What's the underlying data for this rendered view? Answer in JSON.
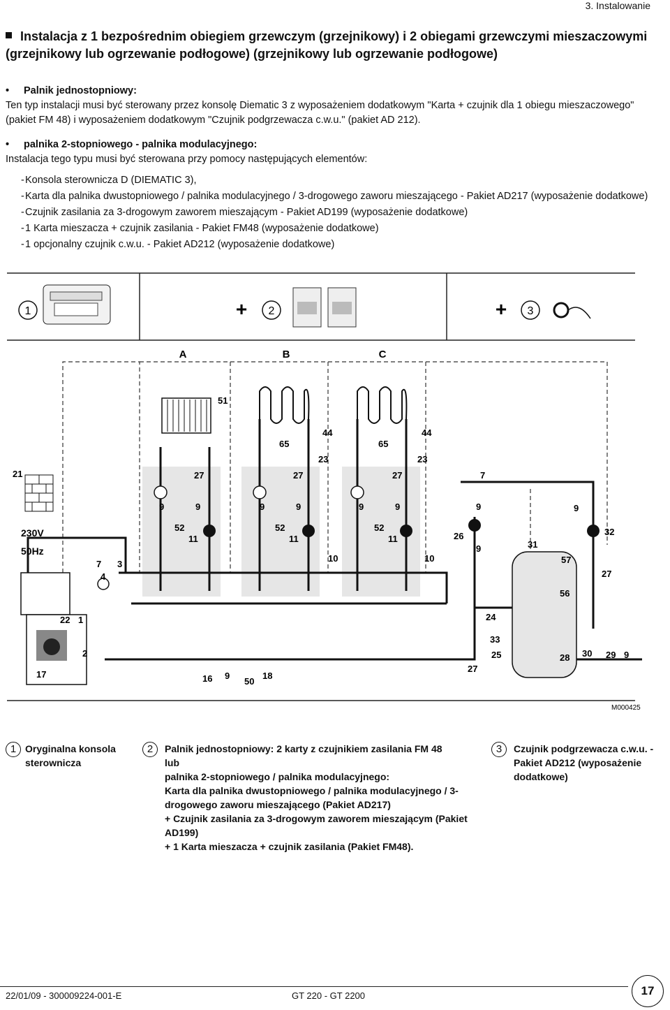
{
  "header": {
    "section": "3. Instalowanie"
  },
  "title": "Instalacja z 1 bezpośrednim obiegiem grzewczym (grzejnikowy) i 2 obiegami grzewczymi mieszaczowymi (grzejnikowy lub ogrzewanie podłogowe) (grzejnikowy lub ogrzewanie podłogowe)",
  "section1": {
    "heading": "Palnik jednostopniowy:",
    "body": "Ten typ instalacji musi być sterowany przez konsolę Diematic 3 z wyposażeniem dodatkowym \"Karta + czujnik dla 1 obiegu mieszaczowego\" (pakiet FM 48) i wyposażeniem dodatkowym \"Czujnik podgrzewacza c.w.u.\" (pakiet AD 212)."
  },
  "section2": {
    "heading": "palnika 2-stopniowego - palnika modulacyjnego:",
    "body": "Instalacja tego typu musi być sterowana przy pomocy następujących elementów:",
    "items": [
      "Konsola sterownicza  D (DIEMATIC 3),",
      "Karta dla palnika dwustopniowego / palnika modulacyjnego / 3-drogowego zaworu mieszającego - Pakiet AD217 (wyposażenie dodatkowe)",
      "Czujnik zasilania za 3-drogowym zaworem mieszającym - Pakiet AD199 (wyposażenie dodatkowe)",
      "1 Karta mieszacza + czujnik zasilania - Pakiet FM48 (wyposażenie dodatkowe)",
      "1 opcjonalny czujnik c.w.u. - Pakiet AD212 (wyposażenie dodatkowe)"
    ]
  },
  "diagram": {
    "top_nums": [
      "1",
      "2",
      "3"
    ],
    "plus": "+",
    "circuits": [
      "A",
      "B",
      "C"
    ],
    "power": [
      "230V",
      "50Hz"
    ],
    "labels": {
      "n51": "51",
      "n65a": "65",
      "n65b": "65",
      "n44a": "44",
      "n44b": "44",
      "n23a": "23",
      "n23b": "23",
      "n21": "21",
      "n27a": "27",
      "n27b": "27",
      "n27c": "27",
      "n7a": "7",
      "n9a": "9",
      "n9b": "9",
      "n9c": "9",
      "n9d": "9",
      "n9e": "9",
      "n9f": "9",
      "n52a": "52",
      "n52b": "52",
      "n52c": "52",
      "n11a": "11",
      "n11b": "11",
      "n11c": "11",
      "n10a": "10",
      "n10b": "10",
      "n7b": "7",
      "n3": "3",
      "n4": "4",
      "n26": "26",
      "n9g": "9",
      "n9h": "9",
      "n31": "31",
      "n9i": "9",
      "n32": "32",
      "n57": "57",
      "n27d": "27",
      "n56": "56",
      "n22": "22",
      "n1": "1",
      "n24": "24",
      "n33": "33",
      "n2": "2",
      "n25": "25",
      "n28": "28",
      "n30": "30",
      "n29": "29",
      "n9j": "9",
      "n27e": "27",
      "n17": "17",
      "n16": "16",
      "n9k": "9",
      "n50": "50",
      "n18": "18",
      "ref": "M000425"
    }
  },
  "captions": {
    "c1_num": "1",
    "c1": [
      "Oryginalna konsola",
      "sterownicza"
    ],
    "c2_num": "2",
    "c2": [
      "Palnik jednostopniowy: 2 karty z czujnikiem zasilania FM 48",
      "lub",
      "palnika 2-stopniowego / palnika modulacyjnego:",
      "Karta dla palnika dwustopniowego / palnika modulacyjnego / 3-",
      "drogowego zaworu mieszającego (Pakiet AD217)",
      "+ Czujnik zasilania za 3-drogowym zaworem mieszającym (Pakiet",
      "AD199)",
      "+ 1 Karta mieszacza + czujnik zasilania (Pakiet FM48)."
    ],
    "c3_num": "3",
    "c3": [
      "Czujnik podgrzewacza c.w.u.  -",
      "Pakiet AD212 (wyposażenie",
      "dodatkowe)"
    ]
  },
  "footer": {
    "left": "22/01/09 - 300009224-001-E",
    "center": "GT 220 - GT 2200",
    "page": "17"
  }
}
